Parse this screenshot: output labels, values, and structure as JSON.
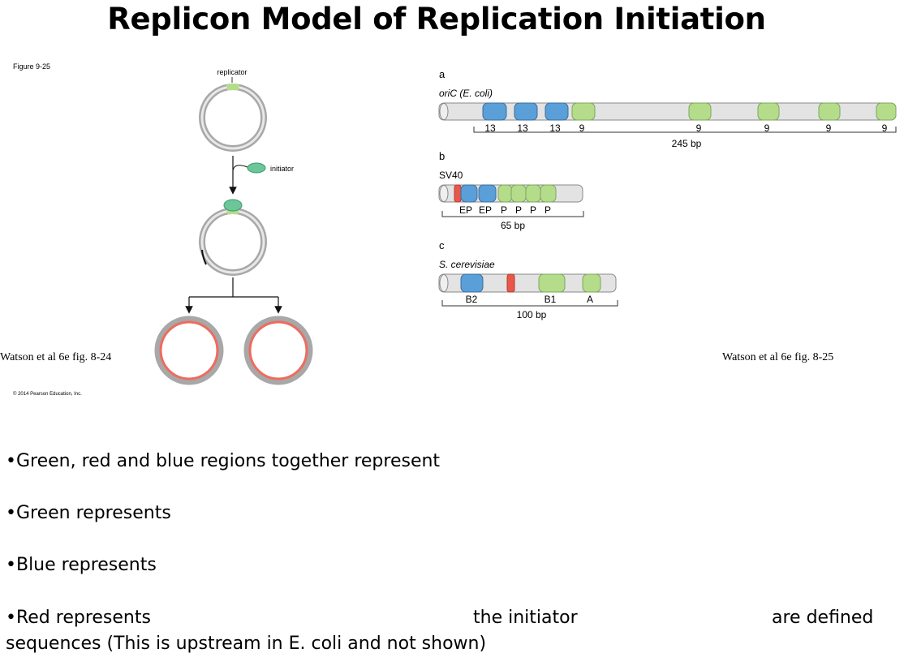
{
  "slide": {
    "title": "Replicon Model of Replication Initiation",
    "figure_label": "Figure 9-25",
    "citation_left": "Watson et al 6e fig. 8-24",
    "citation_right": "Watson et al 6e fig. 8-25",
    "copyright": "© 2014 Pearson Education, Inc."
  },
  "left_figure": {
    "replicator_label": "replicator",
    "initiator_label": "initiator"
  },
  "right_figure": {
    "panel_a": {
      "letter": "a",
      "name": "oriC (E. coli)",
      "labels": [
        "13",
        "13",
        "13",
        "9",
        "9",
        "9",
        "9",
        "9"
      ],
      "length": "245 bp"
    },
    "panel_b": {
      "letter": "b",
      "name": "SV40",
      "labels": [
        "EP",
        "EP",
        "P",
        "P",
        "P",
        "P"
      ],
      "length": "65 bp"
    },
    "panel_c": {
      "letter": "c",
      "name": "S. cerevisiae",
      "labels": [
        "B2",
        "B1",
        "A"
      ],
      "length": "100 bp"
    }
  },
  "colors": {
    "green": "#b5dc8a",
    "blue": "#5a9fd8",
    "red": "#e8584a",
    "gray": "#e3e3e3"
  },
  "bullets": [
    "•Green, red and blue regions together represent",
    "•Green represents",
    "•Blue represents",
    "•Red represents",
    "the initiator",
    "are defined",
    "sequences (This is upstream in E. coli and not shown)"
  ]
}
